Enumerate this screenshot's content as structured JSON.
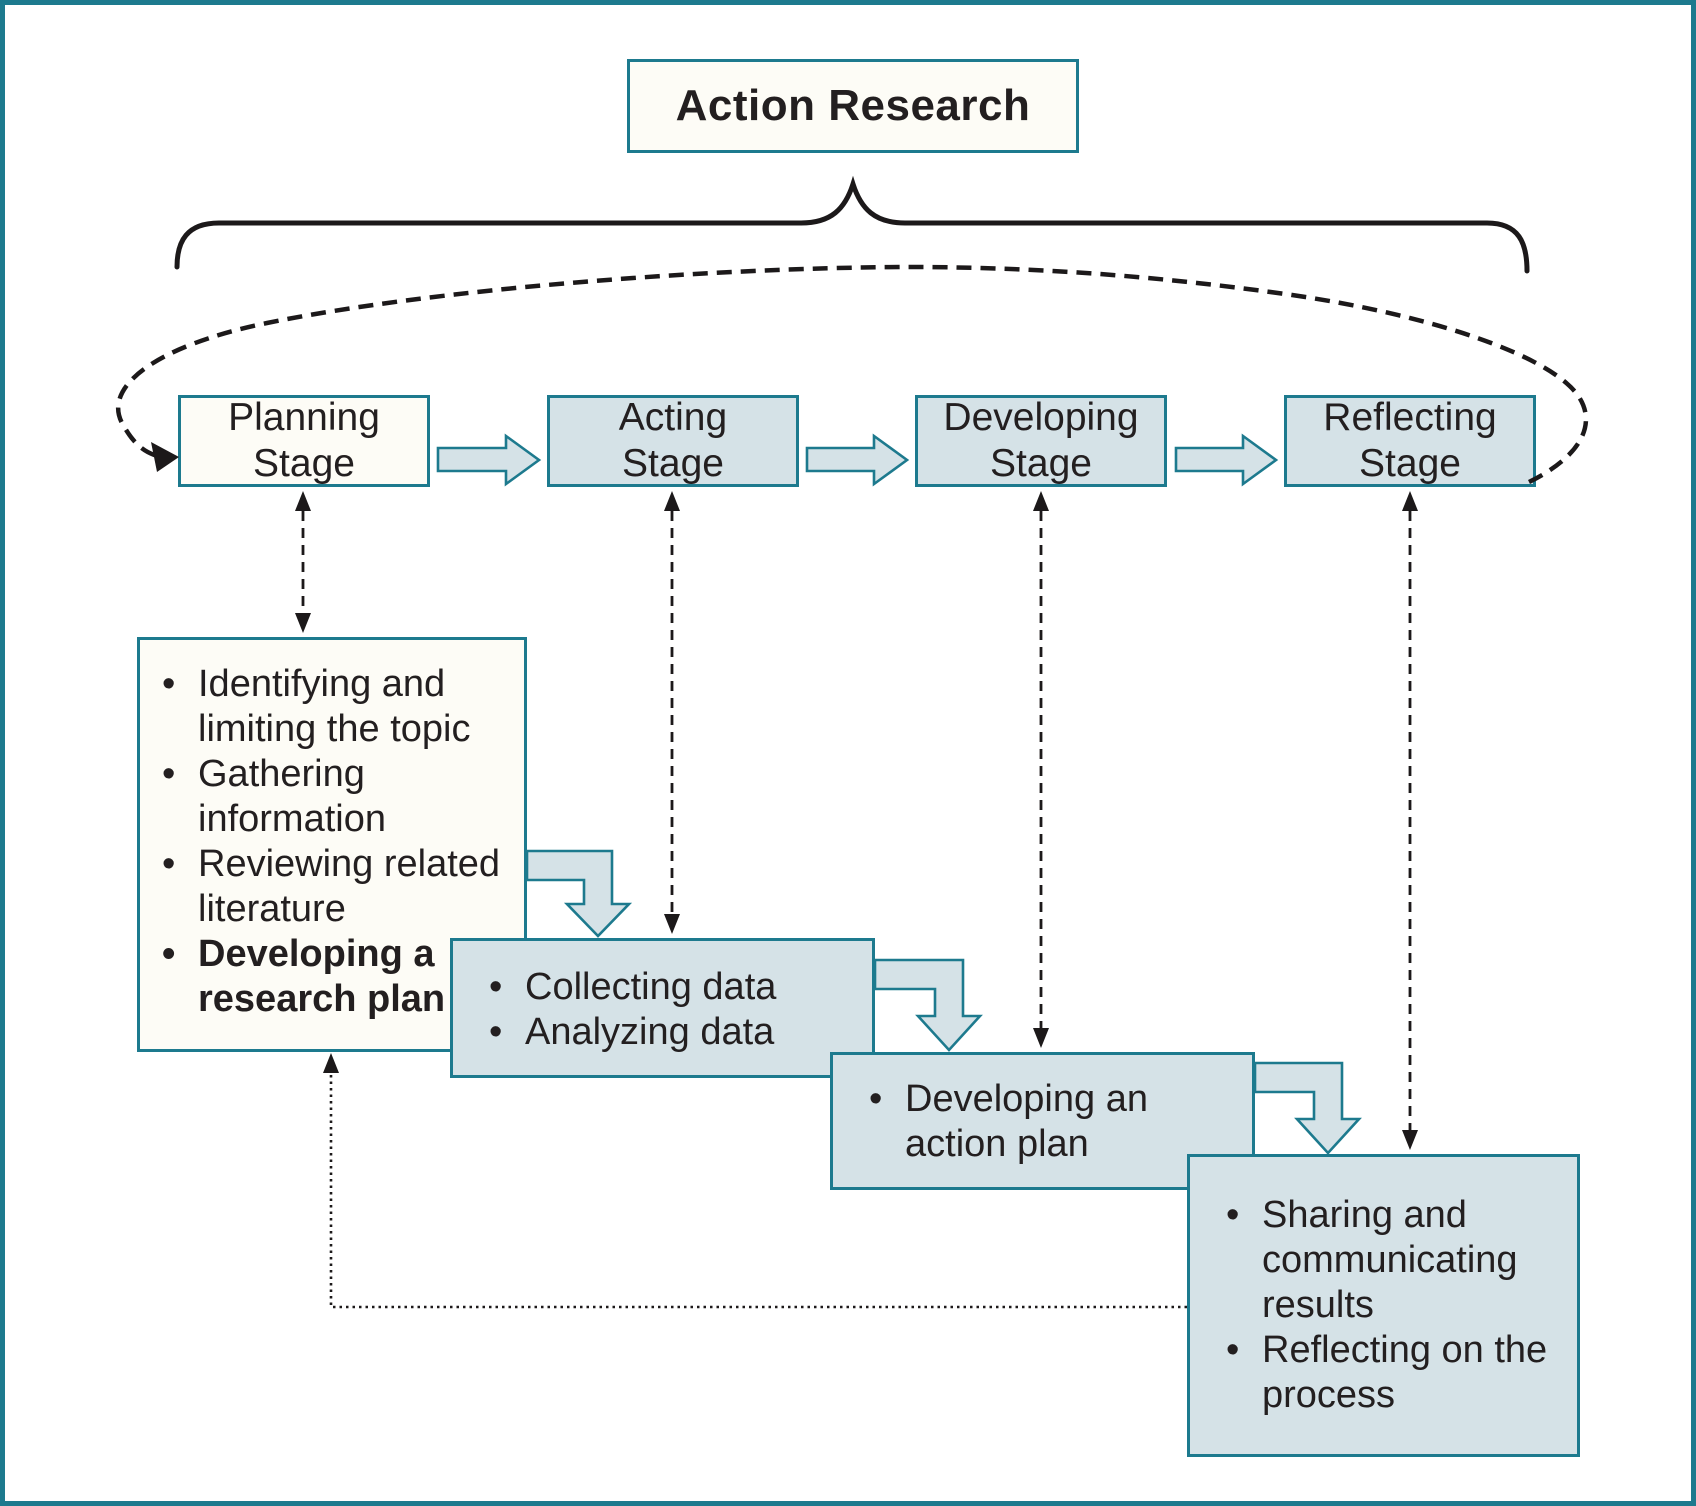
{
  "diagram": {
    "title": "Action Research",
    "stages": [
      {
        "label": "Planning Stage"
      },
      {
        "label": "Acting Stage"
      },
      {
        "label": "Developing Stage"
      },
      {
        "label": "Reflecting Stage"
      }
    ],
    "details": [
      {
        "stage": "Planning Stage",
        "items": [
          {
            "text": "Identifying and limiting the topic",
            "bold": false
          },
          {
            "text": "Gathering information",
            "bold": false
          },
          {
            "text": "Reviewing related literature",
            "bold": false
          },
          {
            "text": "Developing a research plan",
            "bold": true
          }
        ]
      },
      {
        "stage": "Acting Stage",
        "items": [
          {
            "text": "Collecting data",
            "bold": false
          },
          {
            "text": "Analyzing data",
            "bold": false
          }
        ]
      },
      {
        "stage": "Developing Stage",
        "items": [
          {
            "text": "Developing an action plan",
            "bold": false
          }
        ]
      },
      {
        "stage": "Reflecting Stage",
        "items": [
          {
            "text": "Sharing and communicating results",
            "bold": false
          },
          {
            "text": "Reflecting on the process",
            "bold": false
          }
        ]
      }
    ],
    "connections": {
      "sequence": [
        "Planning Stage → Acting Stage",
        "Acting Stage → Developing Stage",
        "Developing Stage → Reflecting Stage"
      ],
      "cycle_loop": "Reflecting Stage → Planning Stage (large dashed loop)",
      "detail_cascade": [
        "Planning details → Acting details",
        "Acting details → Developing details",
        "Developing details → Reflecting details"
      ],
      "return_loop": "Reflecting details → Planning details (dotted line)"
    },
    "colors": {
      "teal_border": "#1d7a8e",
      "light_blue_fill": "#d5e2e7",
      "cream_fill": "#fdfcf6",
      "text": "#231f20",
      "line_black": "#1c191a"
    }
  }
}
